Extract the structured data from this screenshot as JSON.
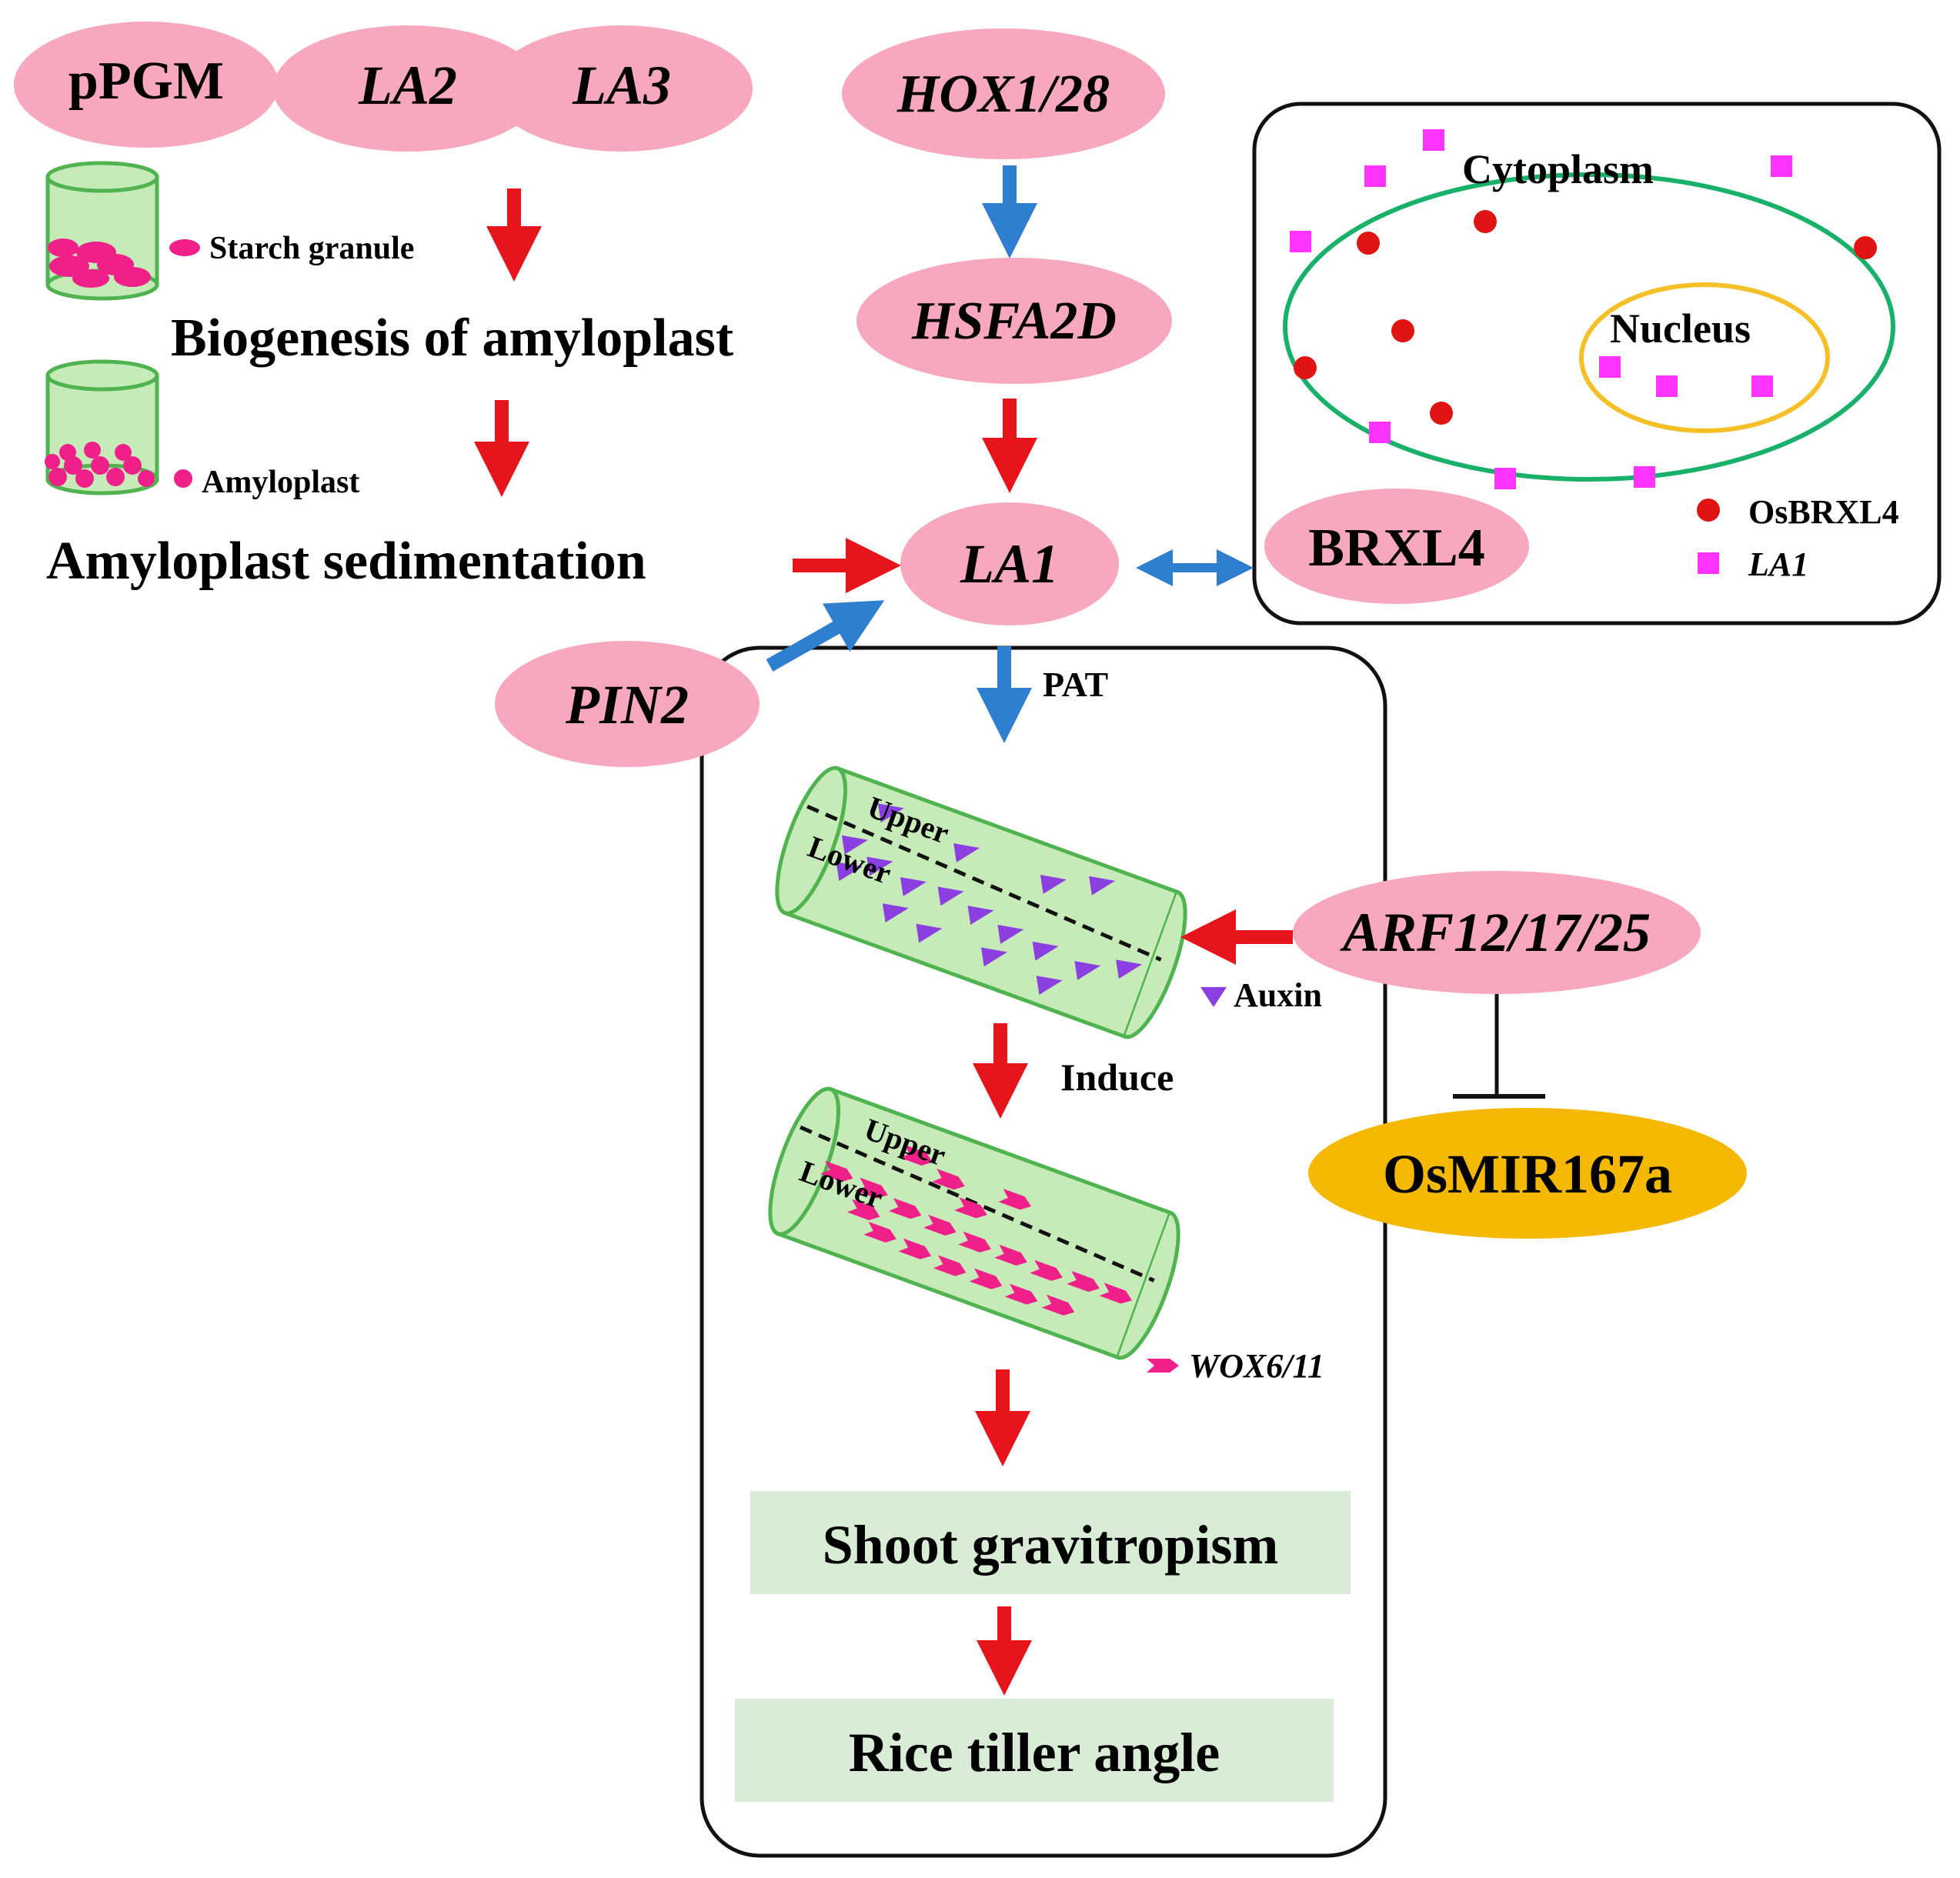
{
  "genes": {
    "ppgm": "pPGM",
    "la2": "LA2",
    "la3": "LA3",
    "hox": "HOX1/28",
    "hsfa2d": "HSFA2D",
    "la1": "LA1",
    "pin2": "PIN2",
    "brxl4": "BRXL4",
    "arf": "ARF12/17/25",
    "osmir": "OsMIR167a"
  },
  "labels": {
    "starch_granule": "Starch granule",
    "biogenesis": "Biogenesis of amyloplast",
    "amyloplast": "Amyloplast",
    "sedimentation": "Amyloplast sedimentation",
    "pat": "PAT",
    "induce": "Induce",
    "auxin": "Auxin",
    "wox": "WOX6/11",
    "upper": "Upper",
    "lower": "Lower",
    "upper2": "Upper",
    "lower2": "Lower",
    "cytoplasm": "Cytoplasm",
    "nucleus": "Nucleus",
    "legend_osbrxl4": "OsBRXL4",
    "legend_la1": "LA1"
  },
  "outcomes": {
    "shoot": "Shoot gravitropism",
    "tiller": "Rice tiller angle"
  },
  "colors": {
    "gene_pink": "#f7a8bf",
    "osmir_yellow": "#f5b800",
    "red_arrow": "#e8141b",
    "blue_arrow": "#2f7fd0",
    "cylinder_fill": "#c6ebb8",
    "cylinder_stroke": "#4fb34f",
    "auxin_purple": "#8b3fe0",
    "wox_pink": "#f0208a",
    "magenta_square": "#ff33ff",
    "red_dot": "#e11414",
    "cell_green": "#19b06a",
    "nucleus_yellow": "#f5bf28",
    "outcome_box": "#d9ecd6"
  }
}
